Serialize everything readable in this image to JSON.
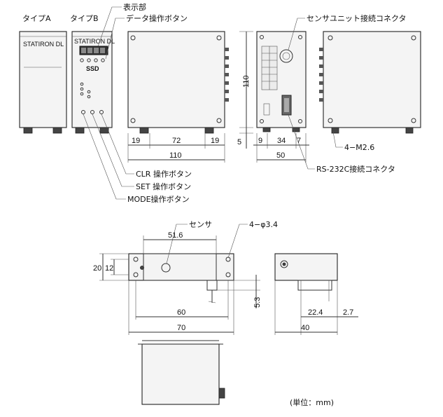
{
  "labels": {
    "type_a": "タイプA",
    "type_b": "タイプB",
    "display": "表示部",
    "data_button": "データ操作ボタン",
    "sensor_connector": "センサユニット接続コネクタ",
    "clr_button": "CLR 操作ボタン",
    "set_button": "SET 操作ボタン",
    "mode_button": "MODE操作ボタン",
    "screw": "4−M2.6",
    "rs232c": "RS-232C接続コネクタ",
    "sensor": "センサ",
    "hole": "4−φ3.4",
    "unit": "(単位：mm)"
  },
  "device_text": {
    "name_a": "STATIRON DL",
    "name_b": "STATIRON DL",
    "logo": "SSD"
  },
  "dimensions": {
    "d19_left": "19",
    "d72": "72",
    "d19_right": "19",
    "d110_bottom": "110",
    "d110_height": "110",
    "d5": "5",
    "d9": "9",
    "d34": "34",
    "d7": "7",
    "d50": "50",
    "d51_6": "51.6",
    "d20": "20",
    "d12": "12",
    "d60": "60",
    "d70": "70",
    "d5_3": "5.3",
    "d22_4": "22.4",
    "d2_7": "2.7",
    "d40": "40"
  }
}
